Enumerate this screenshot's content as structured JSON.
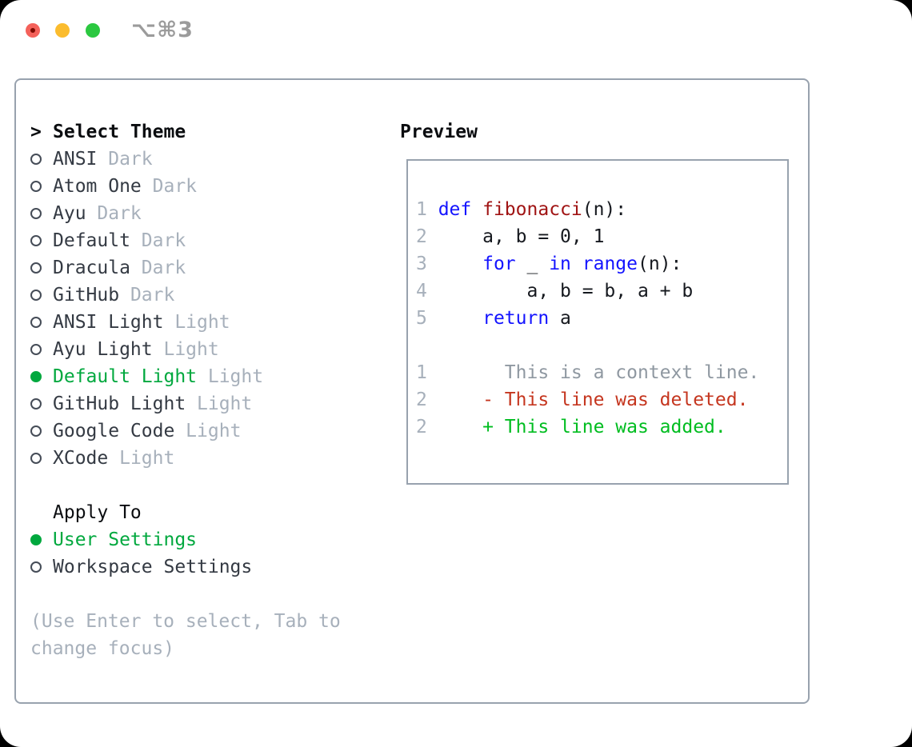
{
  "colors": {
    "border": "#98a2ae",
    "muted": "#a7b0bb",
    "dark": "#343a43",
    "black": "#0b0d10",
    "green_select": "#00a83e",
    "green_added": "#00bd20",
    "red_deleted": "#c5361f",
    "blue_keyword": "#1414ff",
    "red_function": "#a01414",
    "code_plain": "#15181e",
    "gray_context": "#8f98a1",
    "shortcut_gray": "#9b9b9b",
    "light_red": "#f4615a",
    "light_yellow": "#fbbc2e",
    "light_green": "#2bc840"
  },
  "titlebar": {
    "shortcut": "⌥⌘3"
  },
  "theme_selector": {
    "prompt": ">",
    "title": "Select Theme",
    "items": [
      {
        "name": "ANSI",
        "tag": "Dark",
        "selected": false
      },
      {
        "name": "Atom One",
        "tag": "Dark",
        "selected": false
      },
      {
        "name": "Ayu",
        "tag": "Dark",
        "selected": false
      },
      {
        "name": "Default",
        "tag": "Dark",
        "selected": false
      },
      {
        "name": "Dracula",
        "tag": "Dark",
        "selected": false
      },
      {
        "name": "GitHub",
        "tag": "Dark",
        "selected": false
      },
      {
        "name": "ANSI Light",
        "tag": "Light",
        "selected": false
      },
      {
        "name": "Ayu Light",
        "tag": "Light",
        "selected": false
      },
      {
        "name": "Default Light",
        "tag": "Light",
        "selected": true
      },
      {
        "name": "GitHub Light",
        "tag": "Light",
        "selected": false
      },
      {
        "name": "Google Code",
        "tag": "Light",
        "selected": false
      },
      {
        "name": "XCode",
        "tag": "Light",
        "selected": false
      }
    ]
  },
  "apply_to": {
    "title": "Apply To",
    "options": [
      {
        "name": "User Settings",
        "selected": true
      },
      {
        "name": "Workspace Settings",
        "selected": false
      }
    ]
  },
  "hint": {
    "line1": "(Use Enter to select, Tab to",
    "line2": "change focus)"
  },
  "preview": {
    "title": "Preview",
    "lines": [
      {
        "parts": [
          {
            "c": "ln",
            "t": "1 "
          },
          {
            "c": "kw",
            "t": "def"
          },
          {
            "c": "pl",
            "t": " "
          },
          {
            "c": "fn",
            "t": "fibonacci"
          },
          {
            "c": "pl",
            "t": "(n):"
          }
        ]
      },
      {
        "parts": [
          {
            "c": "ln",
            "t": "2 "
          },
          {
            "c": "pl",
            "t": "    a, b = 0, 1"
          }
        ]
      },
      {
        "parts": [
          {
            "c": "ln",
            "t": "3 "
          },
          {
            "c": "pl",
            "t": "    "
          },
          {
            "c": "kw",
            "t": "for"
          },
          {
            "c": "pl",
            "t": " _ "
          },
          {
            "c": "kw",
            "t": "in"
          },
          {
            "c": "pl",
            "t": " "
          },
          {
            "c": "kw",
            "t": "range"
          },
          {
            "c": "pl",
            "t": "(n):"
          }
        ]
      },
      {
        "parts": [
          {
            "c": "ln",
            "t": "4 "
          },
          {
            "c": "pl",
            "t": "        a, b = b, a + b"
          }
        ]
      },
      {
        "parts": [
          {
            "c": "ln",
            "t": "5 "
          },
          {
            "c": "pl",
            "t": "    "
          },
          {
            "c": "kw",
            "t": "return"
          },
          {
            "c": "pl",
            "t": " a"
          }
        ]
      },
      {
        "parts": []
      },
      {
        "parts": [
          {
            "c": "ln",
            "t": "1 "
          },
          {
            "c": "ctx",
            "t": "      This is a context line."
          }
        ]
      },
      {
        "parts": [
          {
            "c": "ln",
            "t": "2 "
          },
          {
            "c": "del",
            "t": "    - This line was deleted."
          }
        ]
      },
      {
        "parts": [
          {
            "c": "ln",
            "t": "2 "
          },
          {
            "c": "add",
            "t": "    + This line was added."
          }
        ]
      }
    ]
  }
}
